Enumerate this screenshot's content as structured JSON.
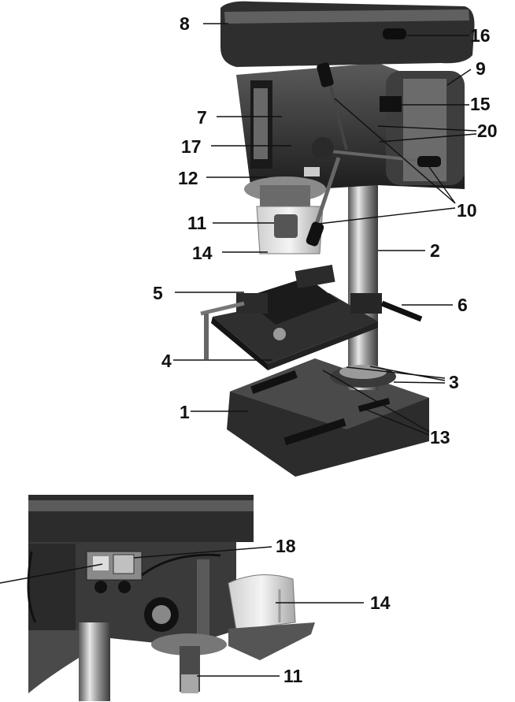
{
  "figure": {
    "upper_view": "drill-press-assembled",
    "lower_view": "drill-press-switch-detail"
  },
  "callouts_upper": [
    {
      "number": "1"
    },
    {
      "number": "2"
    },
    {
      "number": "3"
    },
    {
      "number": "4"
    },
    {
      "number": "5"
    },
    {
      "number": "6"
    },
    {
      "number": "7"
    },
    {
      "number": "8"
    },
    {
      "number": "9"
    },
    {
      "number": "10"
    },
    {
      "number": "11"
    },
    {
      "number": "12"
    },
    {
      "number": "13"
    },
    {
      "number": "14"
    },
    {
      "number": "15"
    },
    {
      "number": "16"
    },
    {
      "number": "17"
    },
    {
      "number": "20"
    }
  ],
  "callouts_lower": [
    {
      "number": "18"
    },
    {
      "number": "14"
    },
    {
      "number": "11"
    }
  ],
  "colors": {
    "ink": "#111111",
    "metal_dark": "#2a2a2a",
    "metal_mid": "#6e6e6e",
    "metal_light": "#b5b5b5"
  }
}
